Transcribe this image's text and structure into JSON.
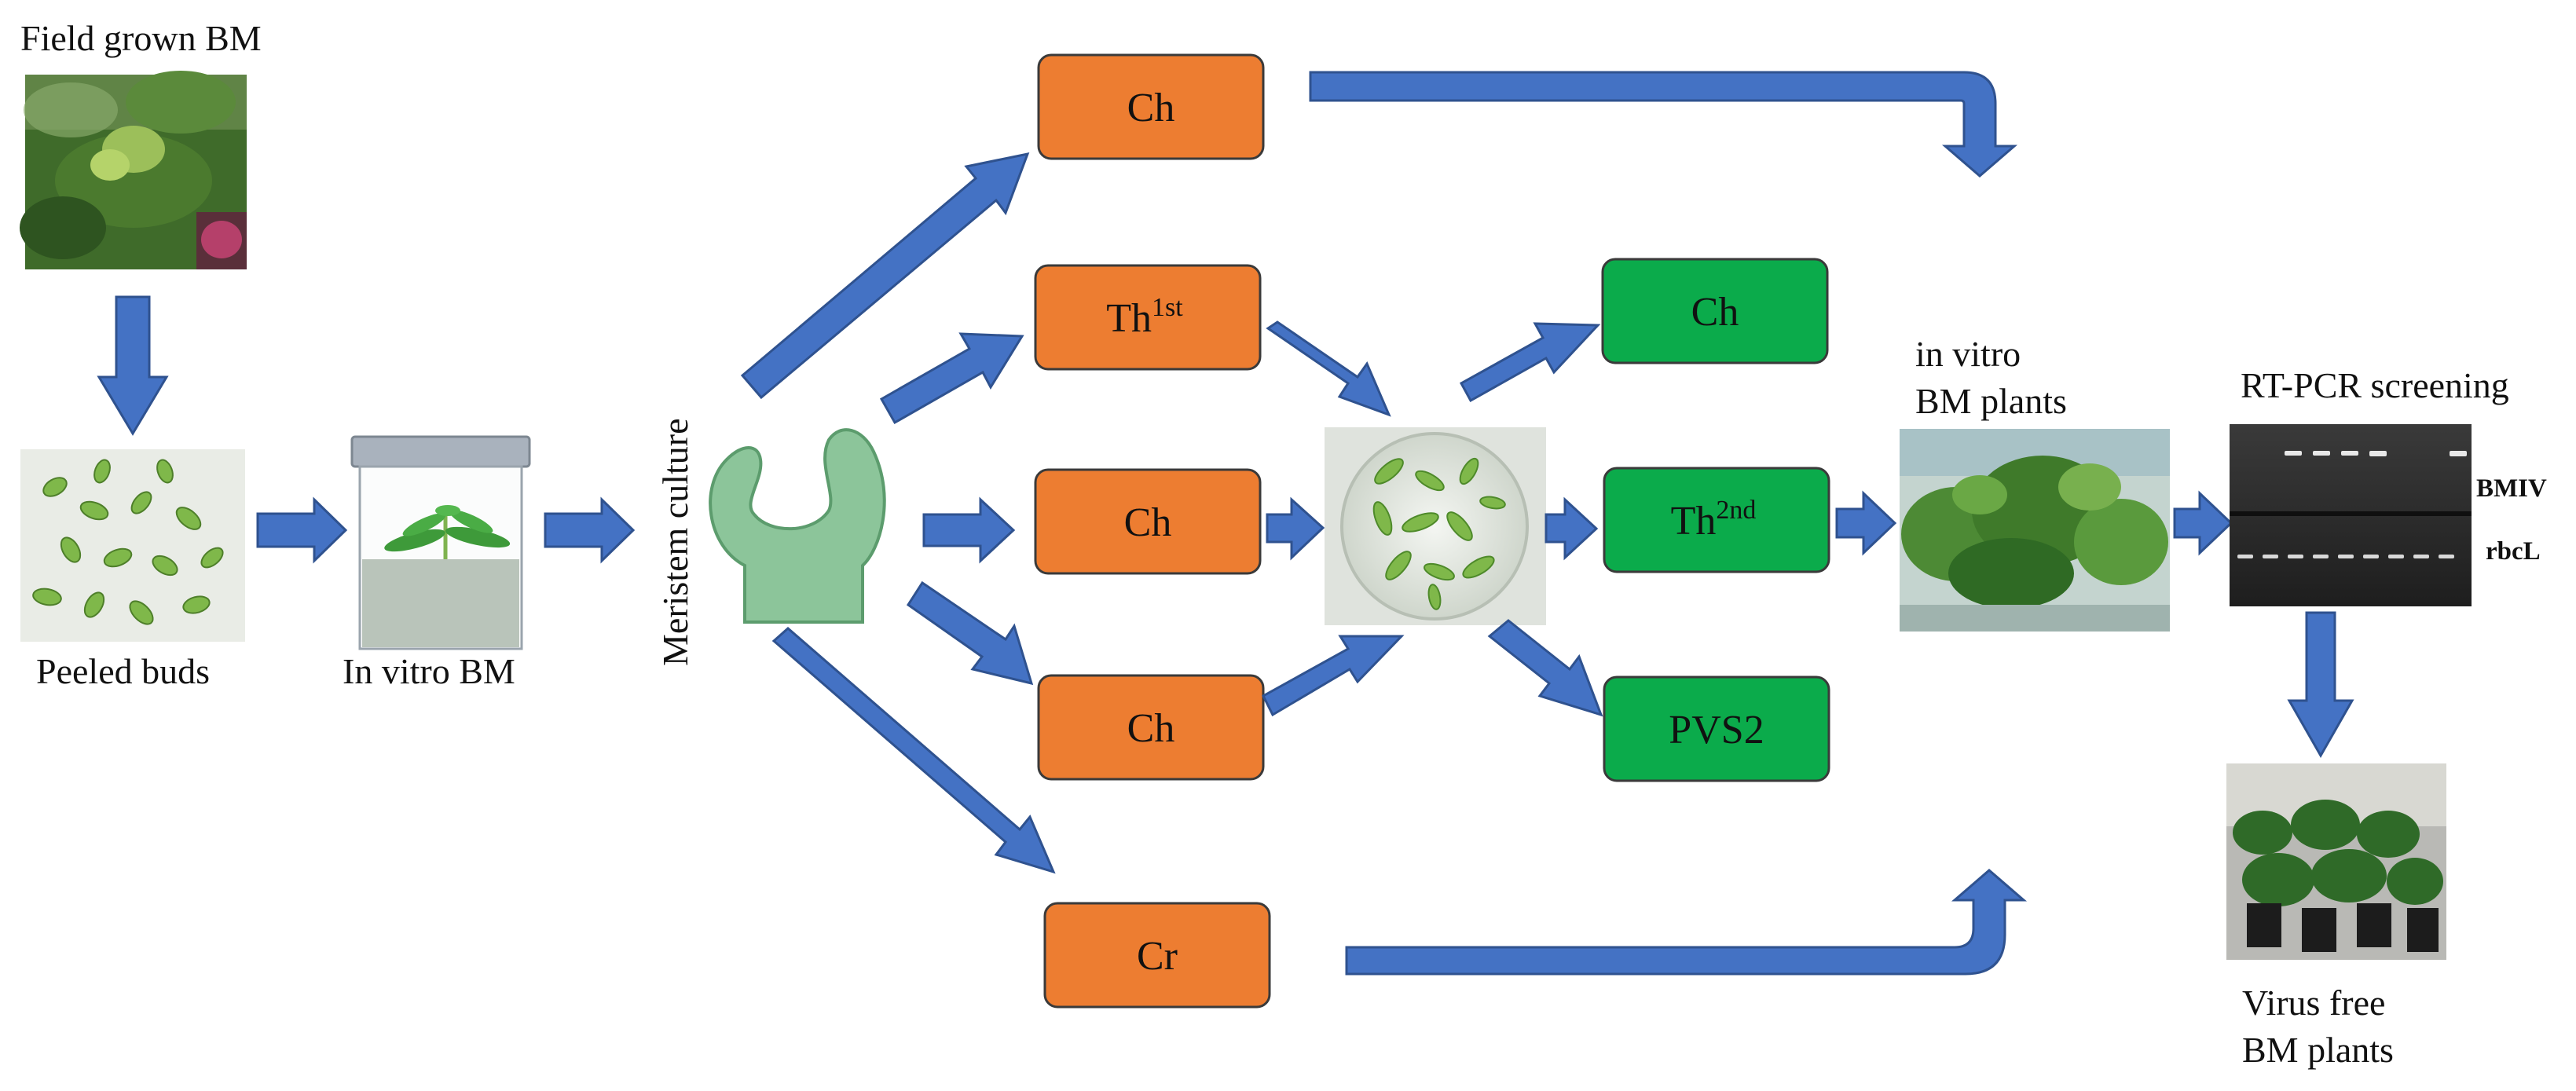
{
  "labels": {
    "field_grown": "Field grown BM",
    "peeled_buds": "Peeled buds",
    "in_vitro_bm": "In vitro BM",
    "meristem_culture": "Meristem culture",
    "in_vitro_plants_line1": "in vitro",
    "in_vitro_plants_line2": "BM plants",
    "rt_pcr": "RT-PCR screening",
    "virus_free_line1": "Virus free",
    "virus_free_line2": "BM plants"
  },
  "gel": {
    "band1": "BMIV",
    "band2": "rbcL"
  },
  "orange_boxes": {
    "ch_top": "Ch",
    "th1_base": "Th",
    "th1_sup": "1st",
    "ch_mid": "Ch",
    "ch_low": "Ch",
    "cr": "Cr"
  },
  "green_boxes": {
    "ch": "Ch",
    "th2_base": "Th",
    "th2_sup": "2nd",
    "pvs2": "PVS2"
  },
  "colors": {
    "arrow": "#4472c4",
    "orange_box": "#ed7d31",
    "green_box": "#0bab4b",
    "meristem": "#8cc59a"
  }
}
